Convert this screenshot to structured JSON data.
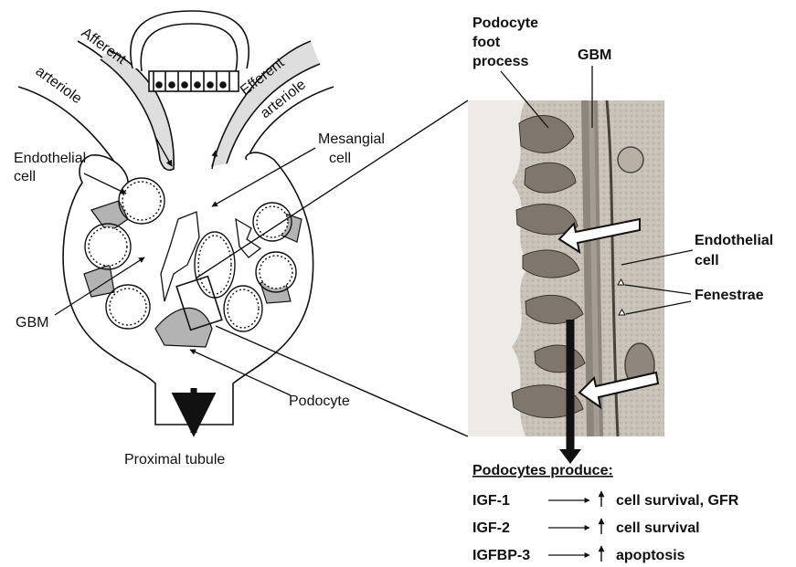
{
  "glomerulus": {
    "afferent": "Afferent",
    "efferent": "Efferent",
    "arteriole_left": "arteriole",
    "arteriole_right": "arteriole",
    "endothelial_1": "Endothelial",
    "endothelial_2": "cell",
    "mesangial_1": "Mesangial",
    "mesangial_2": "cell",
    "gbm": "GBM",
    "podocyte": "Podocyte",
    "proximal_tubule": "Proximal tubule"
  },
  "micrograph": {
    "podocyte_foot_1": "Podocyte",
    "podocyte_foot_2": "foot",
    "podocyte_foot_3": "process",
    "gbm": "GBM",
    "endothelial_1": "Endothelial",
    "endothelial_2": "cell",
    "fenestrae": "Fenestrae"
  },
  "production": {
    "header": "Podocytes produce:",
    "rows": [
      {
        "factor": "IGF-1",
        "effect": "cell survival, GFR"
      },
      {
        "factor": "IGF-2",
        "effect": "cell survival"
      },
      {
        "factor": "IGFBP-3",
        "effect": "apoptosis"
      }
    ]
  },
  "colors": {
    "podocyte_fill": "#b3b3b3",
    "micrograph_bg": "#c9c2b8",
    "line": "#111111"
  }
}
